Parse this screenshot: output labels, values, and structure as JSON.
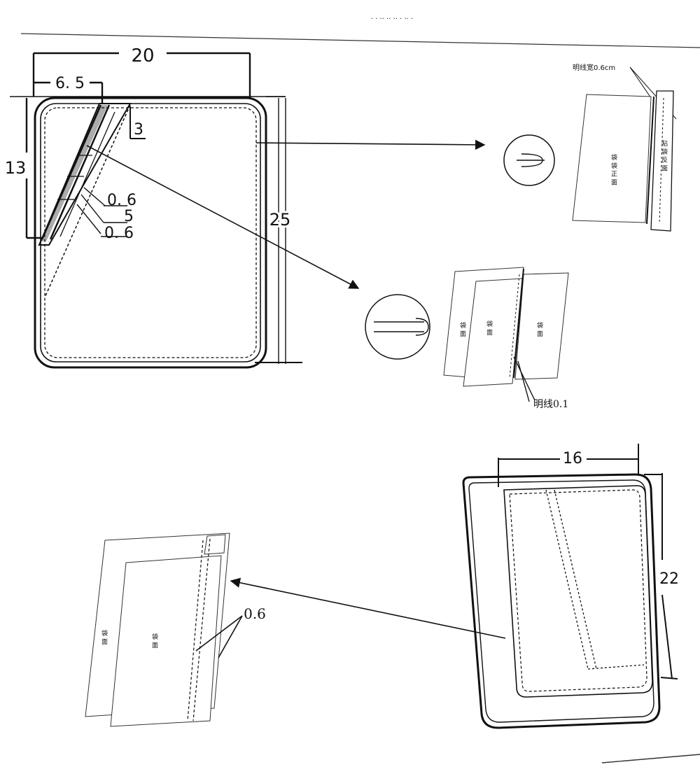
{
  "header": {
    "text": "· · ·· ·· ·· · ·· ·"
  },
  "figure1": {
    "width_label": "20",
    "offset_label": "6. 5",
    "height_label": "25",
    "flap_height_label": "13",
    "gap_label": "3",
    "stitch_label_1": "0. 6",
    "stitch_label_2": "5",
    "stitch_label_3": "0. 6"
  },
  "detail_a": {
    "note": "明线宽0.6cm",
    "panel_label_left": "袋 袋 正 面",
    "panel_label_right": "贴 袋 反 面"
  },
  "detail_b": {
    "note": "明线0.1",
    "panel_label_back": "袋 面",
    "panel_label_front": "袋 面",
    "panel_label_right": "袋 面"
  },
  "figure2": {
    "width_label": "16",
    "height_label": "22"
  },
  "detail_c": {
    "note": "0.6",
    "panel_label_back": "袋 面",
    "panel_label_front": "袋 面"
  }
}
